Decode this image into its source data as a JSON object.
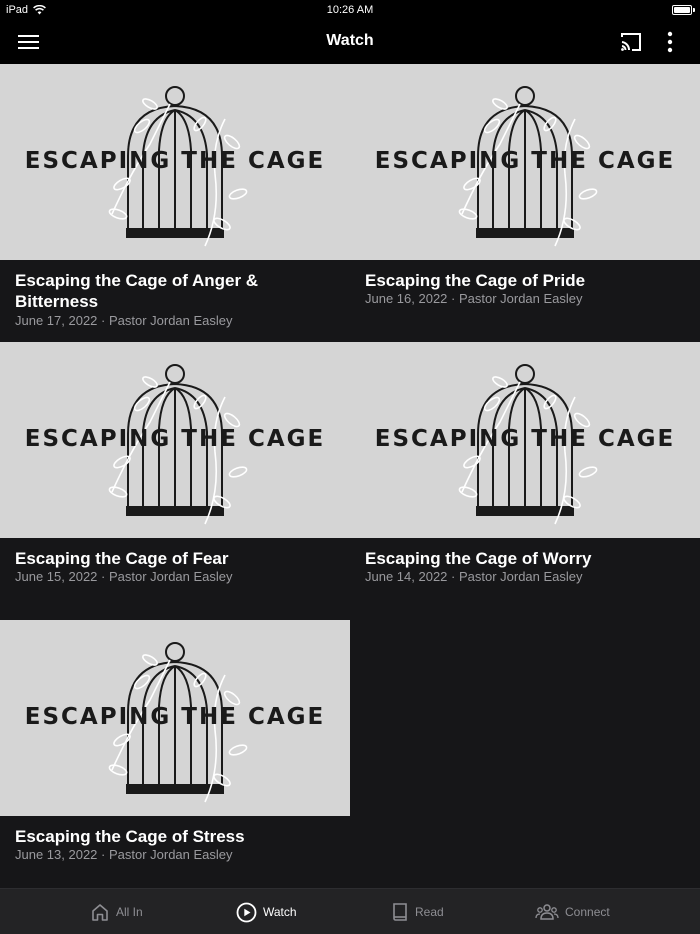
{
  "status_bar": {
    "device": "iPad",
    "time": "10:26 AM"
  },
  "nav": {
    "title": "Watch"
  },
  "thumbnail_text": "ESCAPING THE CAGE",
  "sermons": [
    {
      "title": "Escaping the Cage of Anger & Bitterness",
      "meta": "June 17, 2022 · Pastor Jordan Easley"
    },
    {
      "title": "Escaping the Cage of Pride",
      "meta": "June 16, 2022 · Pastor Jordan Easley"
    },
    {
      "title": "Escaping the Cage of Fear",
      "meta": "June 15, 2022 · Pastor Jordan Easley"
    },
    {
      "title": "Escaping the Cage of Worry",
      "meta": "June 14, 2022 · Pastor Jordan Easley"
    },
    {
      "title": "Escaping the Cage of Stress",
      "meta": "June 13, 2022 · Pastor Jordan Easley"
    }
  ],
  "tabs": [
    {
      "label": "All In",
      "icon": "home-icon",
      "active": false
    },
    {
      "label": "Watch",
      "icon": "play-circle-icon",
      "active": true
    },
    {
      "label": "Read",
      "icon": "book-icon",
      "active": false
    },
    {
      "label": "Connect",
      "icon": "people-icon",
      "active": false
    }
  ],
  "colors": {
    "background": "#161618",
    "bar": "#000000",
    "thumbnail_bg": "#d5d5d5",
    "muted_text": "#9a9a9e"
  }
}
